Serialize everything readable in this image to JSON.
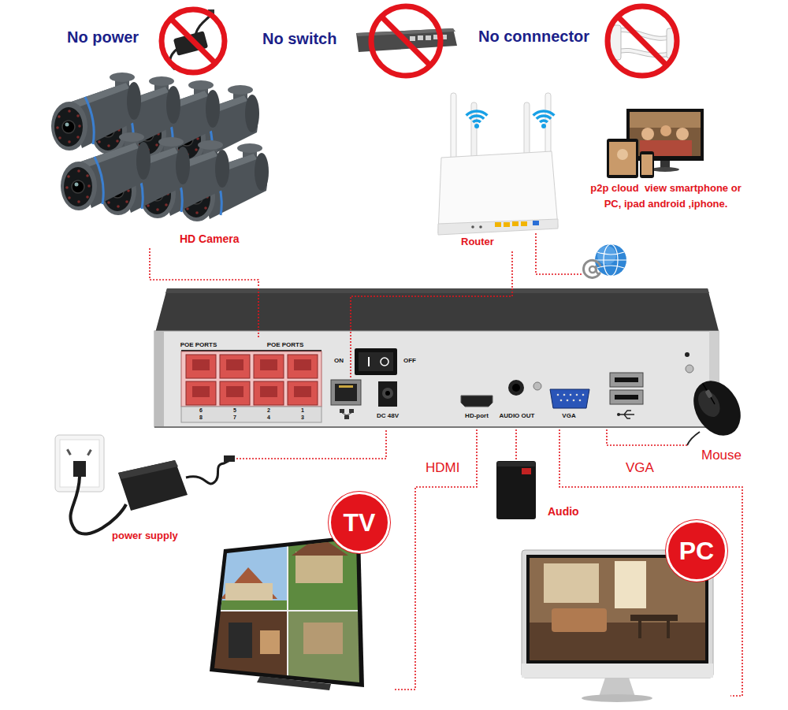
{
  "diagram": {
    "nodes": [
      {
        "text": [
          "HD Camera"
        ]
      },
      {
        "text": [
          "Router"
        ]
      },
      {
        "text": [
          "POE PORTS",
          "POE PORTS",
          "ON",
          "OFF",
          "DC 48V",
          "HD-port",
          "AUDIO OUT",
          "VGA"
        ]
      },
      {
        "text": [
          "Mouse"
        ]
      },
      {
        "text": [
          "power supply"
        ]
      },
      {
        "text": [
          "Audio"
        ]
      },
      {
        "text": [
          "TV"
        ]
      },
      {
        "text": [
          "PC"
        ]
      }
    ],
    "edges": [
      {
        "from": 0,
        "to": 2,
        "arrow": "none"
      },
      {
        "from": 1,
        "to": 2,
        "arrow": "none"
      },
      {
        "from": 4,
        "to": 2,
        "arrow": "none"
      },
      {
        "from": 2,
        "to": 6,
        "label": "HDMI",
        "arrow": "none"
      },
      {
        "from": 2,
        "to": 5,
        "arrow": "none"
      },
      {
        "from": 2,
        "to": 7,
        "label": "VGA",
        "arrow": "none"
      },
      {
        "from": 2,
        "to": 3,
        "arrow": "none"
      }
    ],
    "labels": [
      "No power",
      "No switch",
      "No connnector",
      "p2p cloud  view smartphone or PC, ipad android ,iphone.",
      "6",
      "5",
      "2",
      "1",
      "8",
      "7",
      "4",
      "3"
    ]
  }
}
